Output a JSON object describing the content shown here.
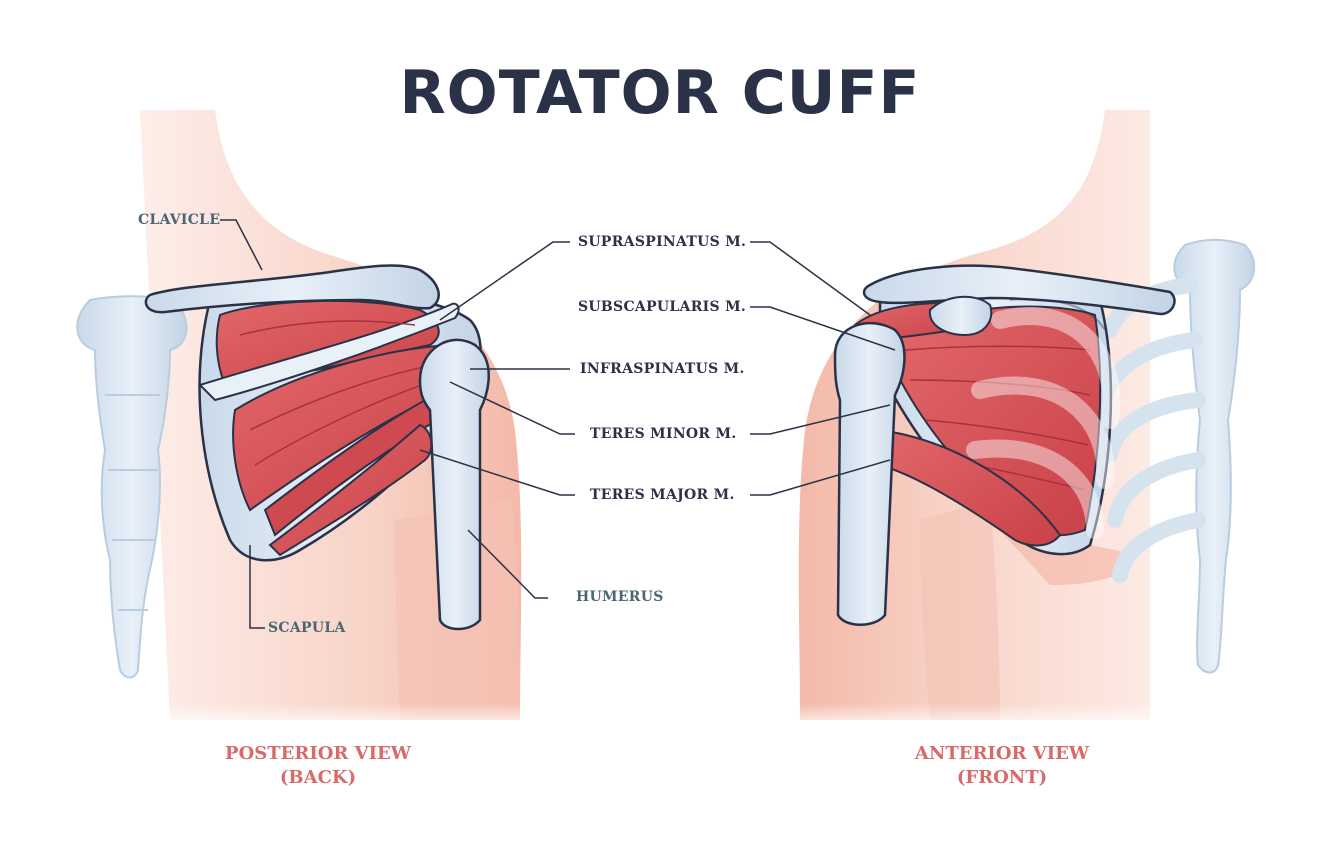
{
  "title": "ROTATOR CUFF",
  "labels": {
    "clavicle": "CLAVICLE",
    "scapula": "SCAPULA",
    "humerus": "HUMERUS",
    "supraspinatus": "SUPRASPINATUS M.",
    "subscapularis": "SUBSCAPULARIS M.",
    "infraspinatus": "INFRASPINATUS M.",
    "teres_minor": "TERES MINOR M.",
    "teres_major": "TERES MAJOR M."
  },
  "views": {
    "posterior_line1": "POSTERIOR VIEW",
    "posterior_line2": "(BACK)",
    "anterior_line1": "ANTERIOR VIEW",
    "anterior_line2": "(FRONT)"
  },
  "colors": {
    "title": "#2b3147",
    "view_label": "#d96a6a",
    "bone_label": "#4a6675",
    "skin": "#f5c9bd",
    "muscle": "#d9555a",
    "bone": "#dfe9f3"
  }
}
